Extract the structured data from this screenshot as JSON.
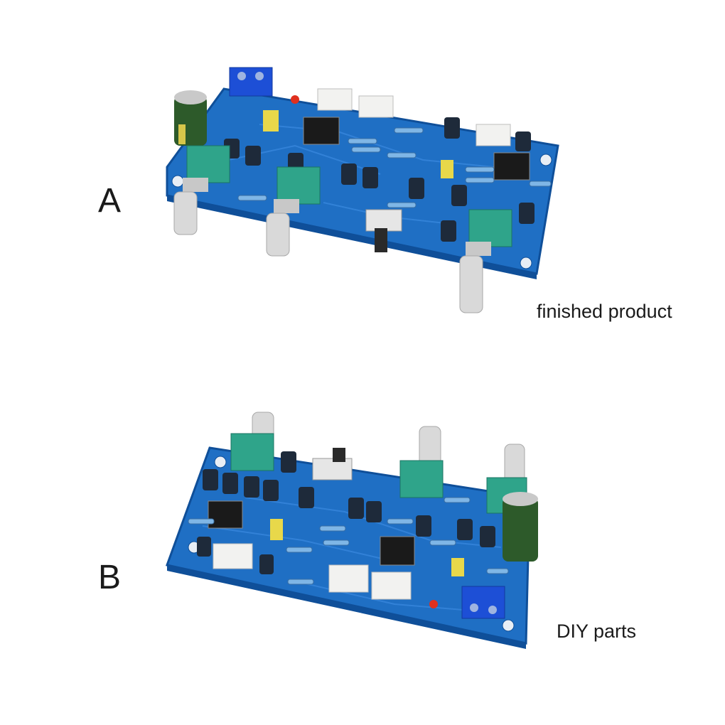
{
  "section_a": {
    "letter": "A",
    "caption": "finished product"
  },
  "section_b": {
    "letter": "B",
    "caption": "DIY parts"
  },
  "colors": {
    "pcb_blue": "#1f6fc4",
    "pcb_edge": "#0f4f99",
    "pot_green": "#2fa48a",
    "terminal_blue": "#1d4fd6",
    "capacitor_dark": "#1e2a3a",
    "capacitor_green": "#2d5a2a",
    "cap_yellow": "#e8d84a",
    "connector_white": "#f2f2f0",
    "led_red": "#e0301e"
  }
}
